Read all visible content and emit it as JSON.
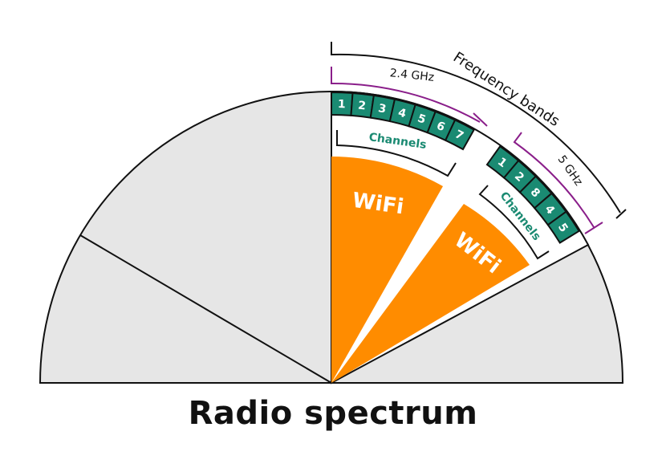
{
  "title": "Radio spectrum",
  "labels": {
    "frequency_bands": "Frequency bands",
    "band_24": "2.4 GHz",
    "band_5": "5 GHz",
    "channels_24": "Channels",
    "channels_5": "Channels",
    "wifi_24": "WiFi",
    "wifi_5": "WiFi"
  },
  "channels_24": [
    "1",
    "2",
    "3",
    "4",
    "5",
    "6",
    "7"
  ],
  "channels_5": [
    "1",
    "2",
    "8",
    "4",
    "5"
  ],
  "colors": {
    "sector_gray": "#e6e6e6",
    "wifi_orange": "#ff8c00",
    "channel_green": "#1a8a72",
    "band_bracket_purple": "#8a1e8a",
    "channels_text_green": "#1a8a72",
    "outline": "#111111"
  }
}
